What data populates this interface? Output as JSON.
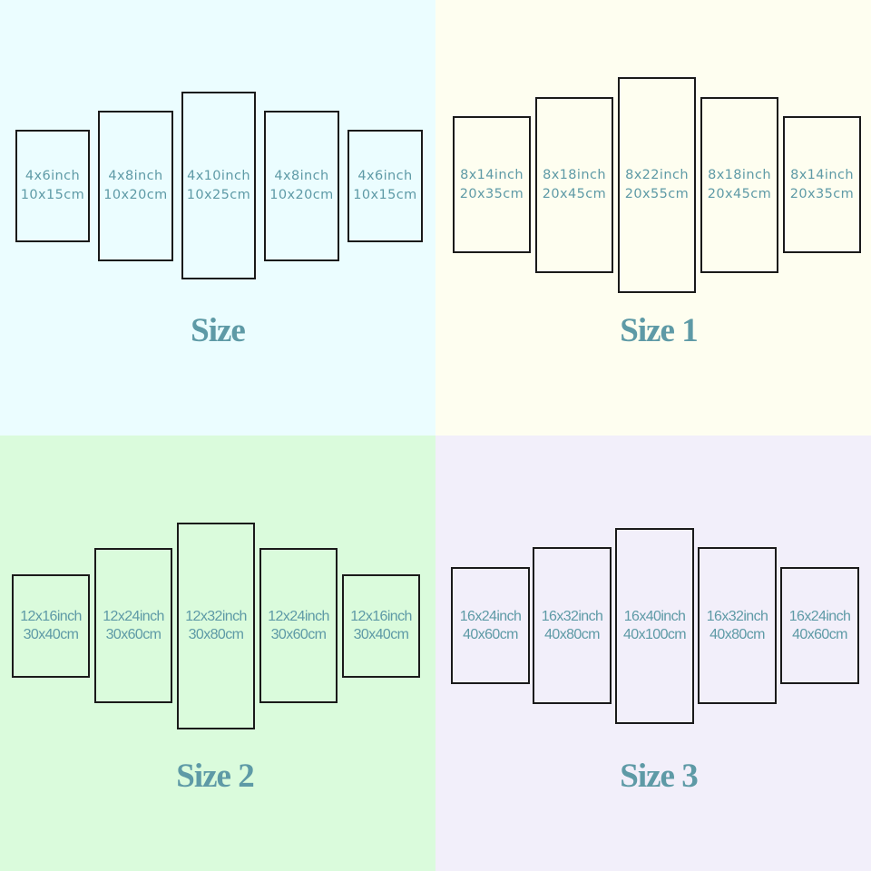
{
  "colors": {
    "text": "#5e9aa6",
    "border": "#1a1a1a",
    "backgrounds": [
      "#ebfdff",
      "#fefef0",
      "#dafbdc",
      "#f2effa"
    ]
  },
  "sections": [
    {
      "caption": "Size",
      "panels": [
        {
          "inch": "4x6inch",
          "cm": "10x15cm"
        },
        {
          "inch": "4x8inch",
          "cm": "10x20cm"
        },
        {
          "inch": "4x10inch",
          "cm": "10x25cm"
        },
        {
          "inch": "4x8inch",
          "cm": "10x20cm"
        },
        {
          "inch": "4x6inch",
          "cm": "10x15cm"
        }
      ]
    },
    {
      "caption": "Size 1",
      "panels": [
        {
          "inch": "8x14inch",
          "cm": "20x35cm"
        },
        {
          "inch": "8x18inch",
          "cm": "20x45cm"
        },
        {
          "inch": "8x22inch",
          "cm": "20x55cm"
        },
        {
          "inch": "8x18inch",
          "cm": "20x45cm"
        },
        {
          "inch": "8x14inch",
          "cm": "20x35cm"
        }
      ]
    },
    {
      "caption": "Size 2",
      "panels": [
        {
          "inch": "12x16inch",
          "cm": "30x40cm"
        },
        {
          "inch": "12x24inch",
          "cm": "30x60cm"
        },
        {
          "inch": "12x32inch",
          "cm": "30x80cm"
        },
        {
          "inch": "12x24inch",
          "cm": "30x60cm"
        },
        {
          "inch": "12x16inch",
          "cm": "30x40cm"
        }
      ]
    },
    {
      "caption": "Size 3",
      "panels": [
        {
          "inch": "16x24inch",
          "cm": "40x60cm"
        },
        {
          "inch": "16x32inch",
          "cm": "40x80cm"
        },
        {
          "inch": "16x40inch",
          "cm": "40x100cm"
        },
        {
          "inch": "16x32inch",
          "cm": "40x80cm"
        },
        {
          "inch": "16x24inch",
          "cm": "40x60cm"
        }
      ]
    }
  ]
}
